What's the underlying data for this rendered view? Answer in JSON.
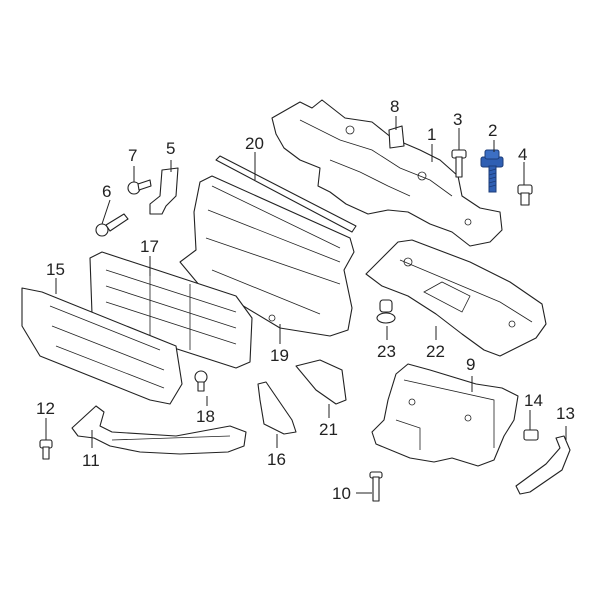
{
  "colors": {
    "background": "#ffffff",
    "line": "#222222",
    "highlight": "#2f5fb3"
  },
  "highlighted_part": "2",
  "callouts": {
    "c1": "1",
    "c2": "2",
    "c3": "3",
    "c4": "4",
    "c5": "5",
    "c6": "6",
    "c7": "7",
    "c8": "8",
    "c9": "9",
    "c10": "10",
    "c11": "11",
    "c12": "12",
    "c13": "13",
    "c14": "14",
    "c15": "15",
    "c16": "16",
    "c17": "17",
    "c18": "18",
    "c19": "19",
    "c20": "20",
    "c21": "21",
    "c22": "22",
    "c23": "23"
  }
}
